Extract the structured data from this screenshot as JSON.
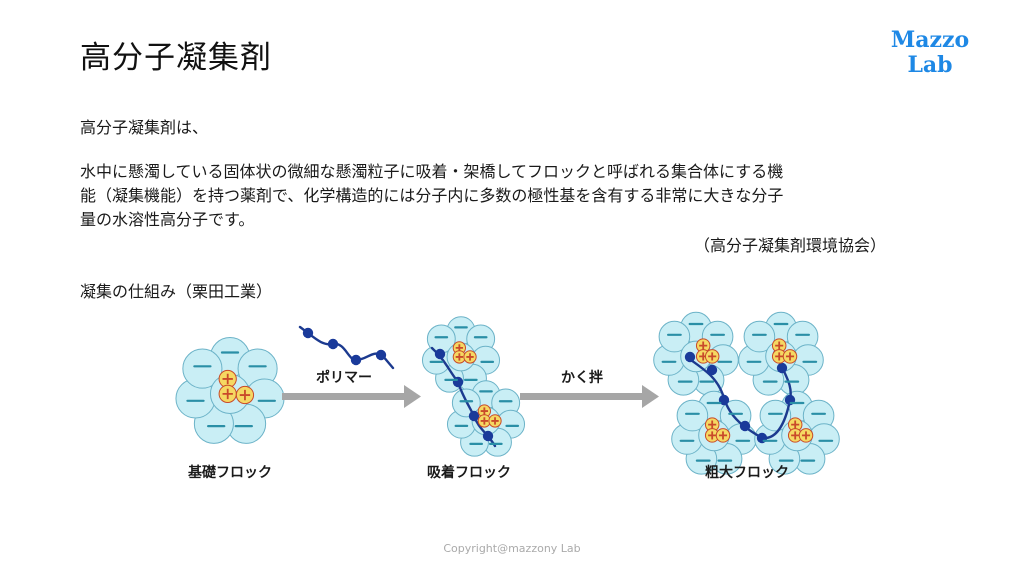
{
  "slide": {
    "title": "高分子凝集剤",
    "logo_line1": "Mazzo",
    "logo_line2": "Lab",
    "intro": "高分子凝集剤は、",
    "body_lines": [
      "水中に懸濁している固体状の微細な懸濁粒子に吸着・架橋してフロックと呼ばれる集合体にする機",
      "能（凝集機能）を持つ薬剤で、化学構造的には分子内に多数の極性基を含有する非常に大きな分子",
      "量の水溶性高分子です。"
    ],
    "source": "（高分子凝集剤環境協会）",
    "diagram_heading": "凝集の仕組み（栗田工業）",
    "footer": "Copyright@mazzony Lab"
  },
  "diagram": {
    "stage1_label": "基礎フロック",
    "arrow1_label": "ポリマー",
    "stage2_label": "吸着フロック",
    "arrow2_label": "かく拌",
    "stage3_label": "粗大フロック"
  },
  "colors": {
    "particle_fill": "#c9eef5",
    "particle_stroke": "#6cb3c8",
    "minus_color": "#2a8fa6",
    "plus_fill": "#f5d862",
    "plus_stroke": "#c94a2a",
    "polymer_line": "#1c3a8f",
    "polymer_bead": "#1a3a9a",
    "arrow": "#a6a6a6",
    "logo": "#1e88e5"
  }
}
